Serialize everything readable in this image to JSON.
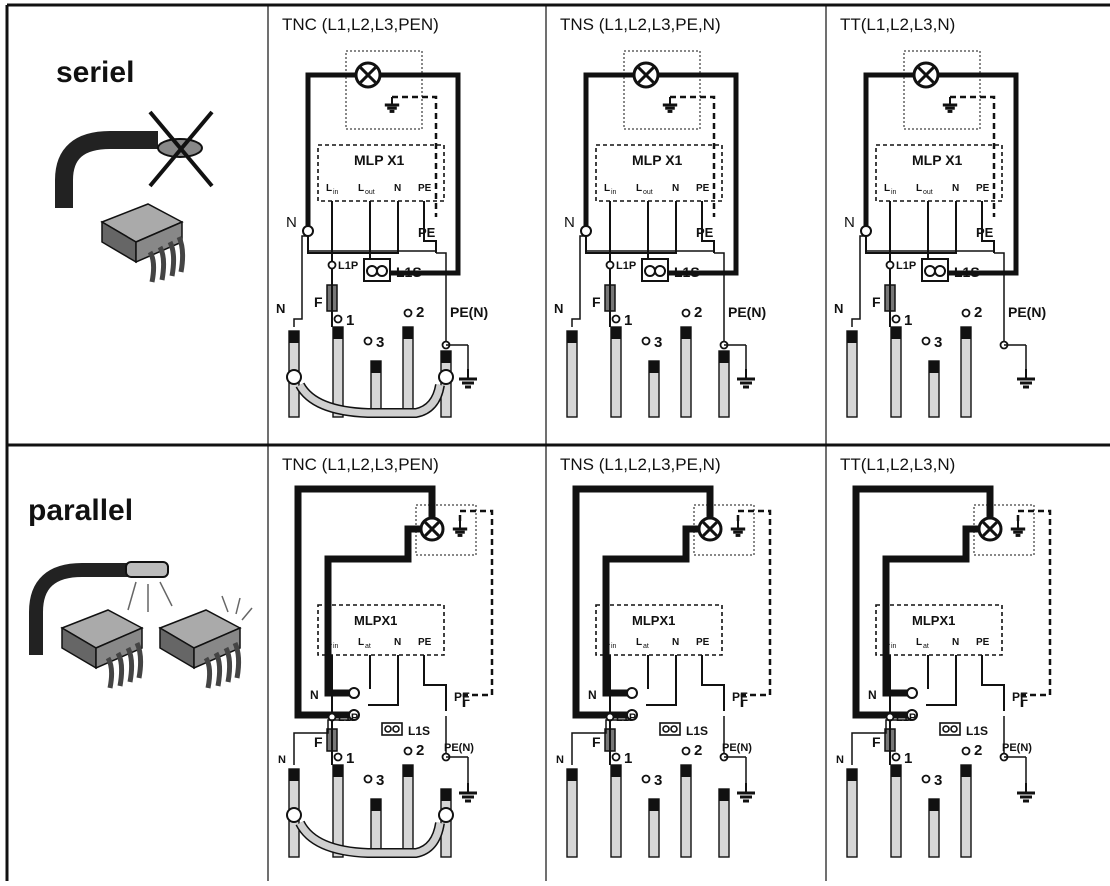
{
  "rows": [
    {
      "label": "seriel",
      "cells": [
        {
          "title": "TNC (L1,L2,L3,PEN)",
          "system": "TNC"
        },
        {
          "title": "TNS (L1,L2,L3,PE,N)",
          "system": "TNS"
        },
        {
          "title": "TT(L1,L2,L3,N)",
          "system": "TT"
        }
      ]
    },
    {
      "label": "parallel",
      "cells": [
        {
          "title": "TNC (L1,L2,L3,PEN)",
          "system": "TNC"
        },
        {
          "title": "TNS (L1,L2,L3,PE,N)",
          "system": "TNS"
        },
        {
          "title": "TT(L1,L2,L3,N)",
          "system": "TT"
        }
      ]
    }
  ],
  "labels": {
    "module_serial": "MLP X1",
    "module_parallel": "MLPX1",
    "l_main": "L",
    "l_in_sub": "in",
    "l_out_sub_serial": "out",
    "l_out_sub_parallel": "at",
    "n": "N",
    "pe": "PE",
    "l1p": "L1P",
    "l1s": "L1S",
    "fuse": "F",
    "pe_n": "PE(N)",
    "term1": "1",
    "term2": "2",
    "term3": "3"
  }
}
